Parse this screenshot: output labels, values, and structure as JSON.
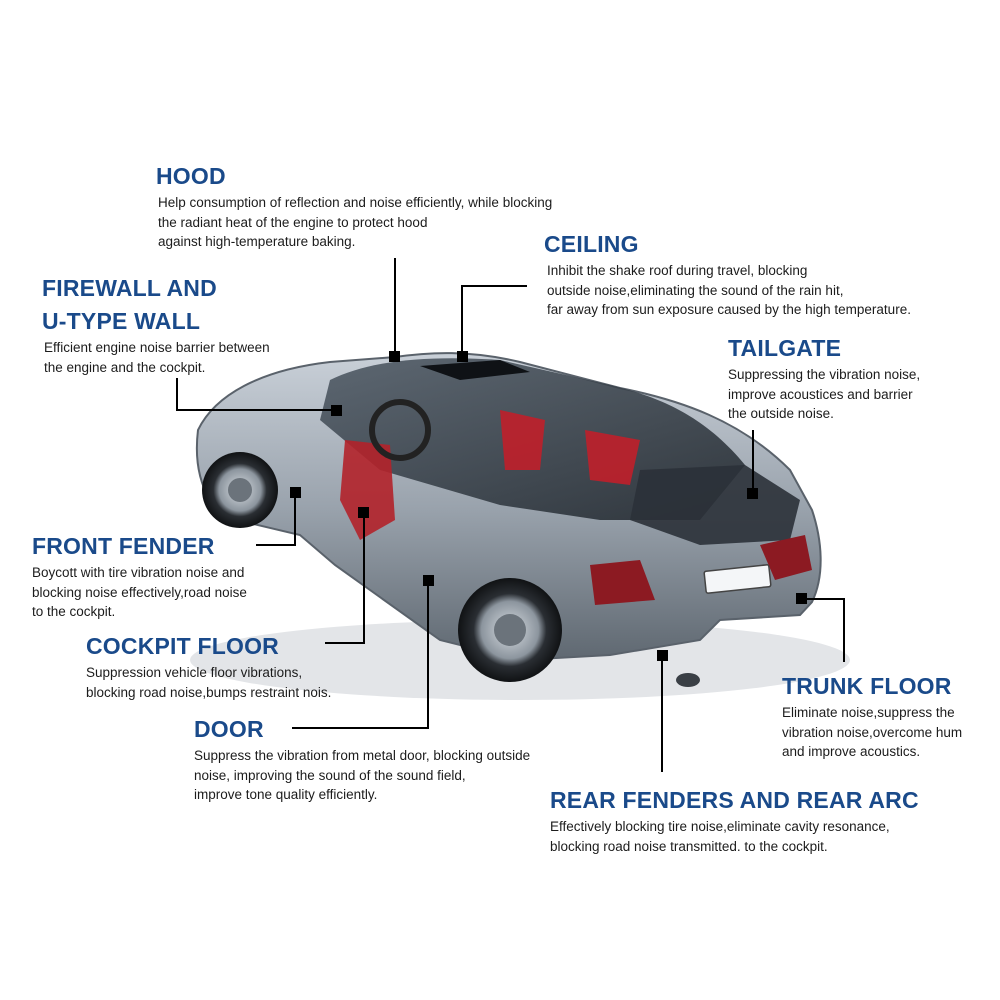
{
  "colors": {
    "title": "#1a4a8a",
    "text": "#1c1c1c",
    "leader": "#000000",
    "car_body": "#9aa3ad"
  },
  "car": {
    "icon": "car-cutaway-illustration"
  },
  "callouts": {
    "hood": {
      "title": "HOOD",
      "lines": [
        "Help consumption of reflection and noise efficiently, while blocking",
        "the radiant heat of the engine to protect hood",
        "against high-temperature baking."
      ]
    },
    "ceiling": {
      "title": "CEILING",
      "lines": [
        "Inhibit the shake roof during travel, blocking",
        "outside noise,eliminating the sound of the rain hit,",
        "far away from sun exposure caused by the high temperature."
      ]
    },
    "firewall": {
      "title_line1": "FIREWALL AND",
      "title_line2": "U-TYPE WALL",
      "lines": [
        "Efficient engine noise barrier between",
        "the engine and the cockpit."
      ]
    },
    "tailgate": {
      "title": "TAILGATE",
      "lines": [
        "Suppressing the vibration noise,",
        "improve acoustices and barrier",
        "the outside noise."
      ]
    },
    "front_fender": {
      "title": "FRONT FENDER",
      "lines": [
        "Boycott with tire vibration noise and",
        "blocking noise effectively,road noise",
        "to the cockpit."
      ]
    },
    "cockpit_floor": {
      "title": "COCKPIT FLOOR",
      "lines": [
        "Suppression vehicle floor vibrations,",
        "blocking road noise,bumps restraint nois."
      ]
    },
    "door": {
      "title": "DOOR",
      "lines": [
        "Suppress the vibration from metal door, blocking outside",
        "noise, improving the sound of the sound field,",
        "improve tone quality efficiently."
      ]
    },
    "trunk_floor": {
      "title": "TRUNK FLOOR",
      "lines": [
        "Eliminate noise,suppress the",
        "vibration noise,overcome hum",
        "and improve acoustics."
      ]
    },
    "rear_fenders": {
      "title": "REAR FENDERS AND REAR ARC",
      "lines": [
        "Effectively blocking tire noise,eliminate cavity resonance,",
        "blocking road noise transmitted. to the cockpit."
      ]
    }
  }
}
